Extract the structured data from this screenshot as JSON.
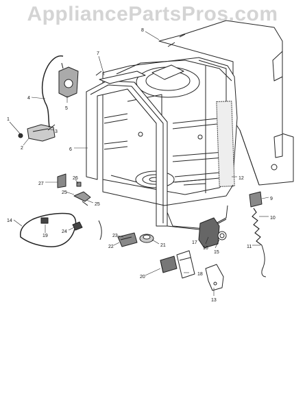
{
  "watermark": "AppliancePartsPros.com",
  "callouts": [
    {
      "id": "1",
      "label": "1"
    },
    {
      "id": "2",
      "label": "2"
    },
    {
      "id": "3",
      "label": "3"
    },
    {
      "id": "4",
      "label": "4"
    },
    {
      "id": "5",
      "label": "5"
    },
    {
      "id": "6",
      "label": "6"
    },
    {
      "id": "7",
      "label": "7"
    },
    {
      "id": "8",
      "label": "8"
    },
    {
      "id": "9",
      "label": "9"
    },
    {
      "id": "10",
      "label": "10"
    },
    {
      "id": "11",
      "label": "11"
    },
    {
      "id": "12",
      "label": "12"
    },
    {
      "id": "13",
      "label": "13"
    },
    {
      "id": "14",
      "label": "14"
    },
    {
      "id": "15",
      "label": "15"
    },
    {
      "id": "16",
      "label": "16"
    },
    {
      "id": "17",
      "label": "17"
    },
    {
      "id": "18",
      "label": "18"
    },
    {
      "id": "19",
      "label": "19"
    },
    {
      "id": "20",
      "label": "20"
    },
    {
      "id": "21",
      "label": "21"
    },
    {
      "id": "22",
      "label": "22"
    },
    {
      "id": "23",
      "label": "23"
    },
    {
      "id": "24",
      "label": "24"
    },
    {
      "id": "25a",
      "label": "25"
    },
    {
      "id": "25b",
      "label": "25"
    },
    {
      "id": "26",
      "label": "26"
    },
    {
      "id": "27",
      "label": "27"
    }
  ]
}
